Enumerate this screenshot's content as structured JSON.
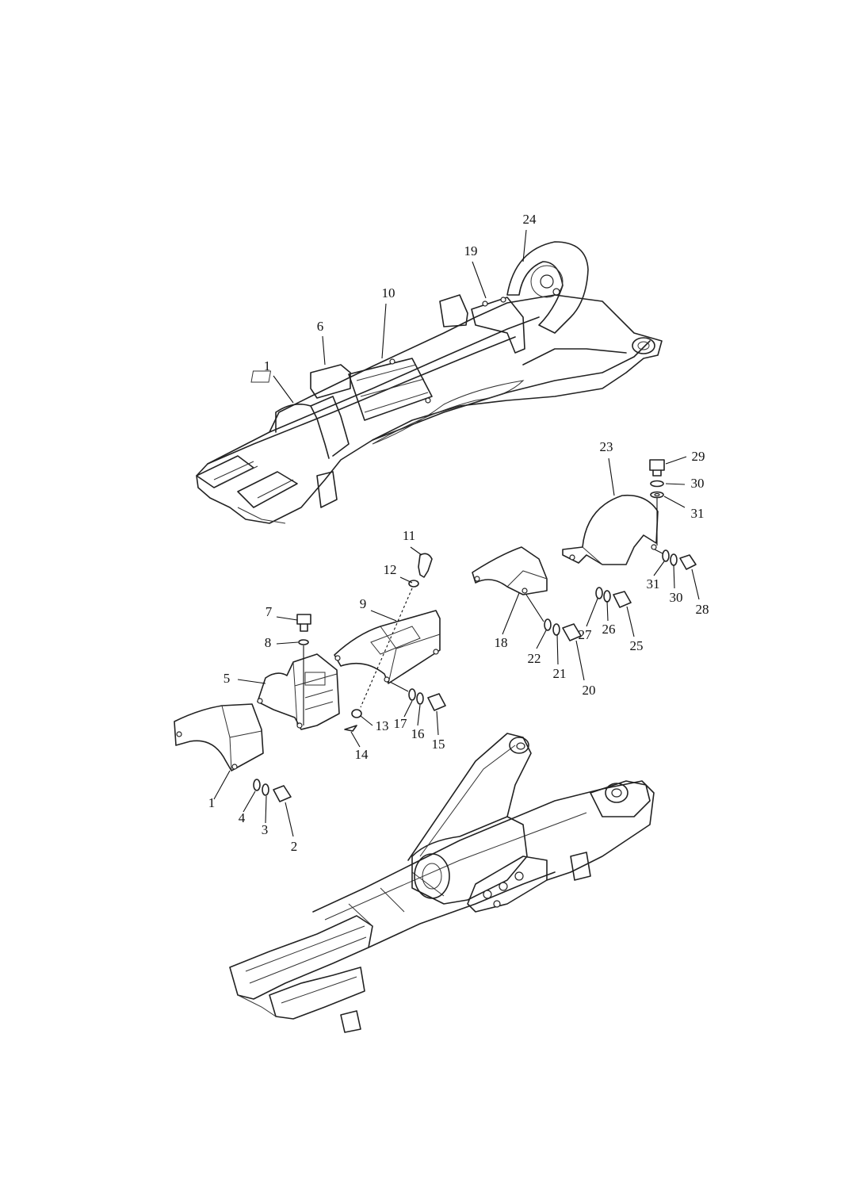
{
  "callouts": {
    "c1_top": "1",
    "c6": "6",
    "c10": "10",
    "c19": "19",
    "c24": "24",
    "c23": "23",
    "c29": "29",
    "c30_top": "30",
    "c31_top": "31",
    "c31_bot": "31",
    "c30_bot": "30",
    "c28": "28",
    "c27": "27",
    "c26": "26",
    "c25": "25",
    "c18": "18",
    "c22": "22",
    "c21": "21",
    "c20": "20",
    "c11": "11",
    "c12": "12",
    "c9": "9",
    "c7": "7",
    "c8": "8",
    "c5": "5",
    "c13": "13",
    "c14": "14",
    "c17": "17",
    "c16": "16",
    "c15": "15",
    "c1_bot": "1",
    "c4": "4",
    "c3": "3",
    "c2": "2"
  }
}
